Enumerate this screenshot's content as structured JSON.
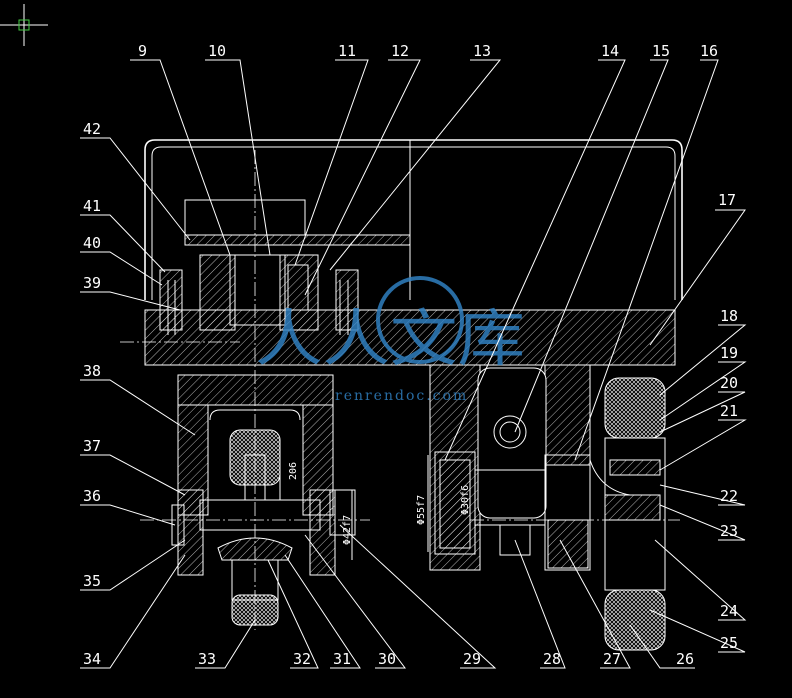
{
  "drawing": {
    "background": "#000000",
    "line_color": "#ffffff",
    "watermark_color": "#2f7fc0",
    "callouts": [
      "9",
      "10",
      "11",
      "12",
      "13",
      "14",
      "15",
      "16",
      "17",
      "18",
      "19",
      "20",
      "21",
      "22",
      "23",
      "24",
      "25",
      "26",
      "27",
      "28",
      "29",
      "30",
      "31",
      "32",
      "33",
      "34",
      "35",
      "36",
      "37",
      "38",
      "39",
      "40",
      "41",
      "42"
    ],
    "dimensions": {
      "d1": "206",
      "d2": "Φ42f7",
      "d3": "Φ55f7",
      "d4": "Φ30f6"
    },
    "watermark": {
      "mark": "人人文库",
      "url": "renrendoc.com"
    }
  }
}
